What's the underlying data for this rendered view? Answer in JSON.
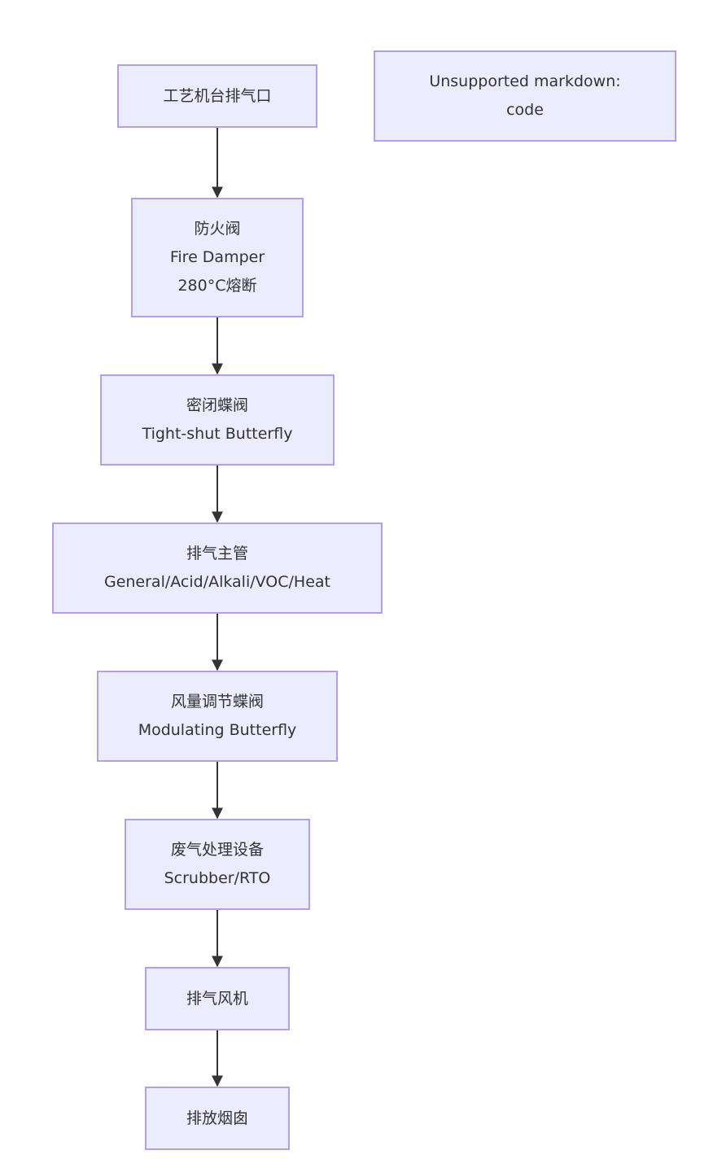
{
  "diagram": {
    "type": "flowchart",
    "direction": "top-down",
    "colors": {
      "node_fill": "#ececff",
      "node_border": "#b49ee6",
      "text": "#333333",
      "edge": "#333333"
    },
    "nodes": [
      {
        "id": "n1",
        "lines": [
          "工艺机台排气口"
        ]
      },
      {
        "id": "n2",
        "lines": [
          "防火阀",
          "Fire Damper",
          "280°C熔断"
        ]
      },
      {
        "id": "n3",
        "lines": [
          "密闭蝶阀",
          "Tight-shut Butterfly"
        ]
      },
      {
        "id": "n4",
        "lines": [
          "排气主管",
          "General/Acid/Alkali/VOC/Heat"
        ]
      },
      {
        "id": "n5",
        "lines": [
          "风量调节蝶阀",
          "Modulating Butterfly"
        ]
      },
      {
        "id": "n6",
        "lines": [
          "废气处理设备",
          "Scrubber/RTO"
        ]
      },
      {
        "id": "n7",
        "lines": [
          "排气风机"
        ]
      },
      {
        "id": "n8",
        "lines": [
          "排放烟囱"
        ]
      }
    ],
    "note": {
      "id": "note",
      "lines": [
        "Unsupported markdown:",
        "code"
      ]
    },
    "edges": [
      {
        "from": "n1",
        "to": "n2"
      },
      {
        "from": "n2",
        "to": "n3"
      },
      {
        "from": "n3",
        "to": "n4"
      },
      {
        "from": "n4",
        "to": "n5"
      },
      {
        "from": "n5",
        "to": "n6"
      },
      {
        "from": "n6",
        "to": "n7"
      },
      {
        "from": "n7",
        "to": "n8"
      }
    ]
  }
}
